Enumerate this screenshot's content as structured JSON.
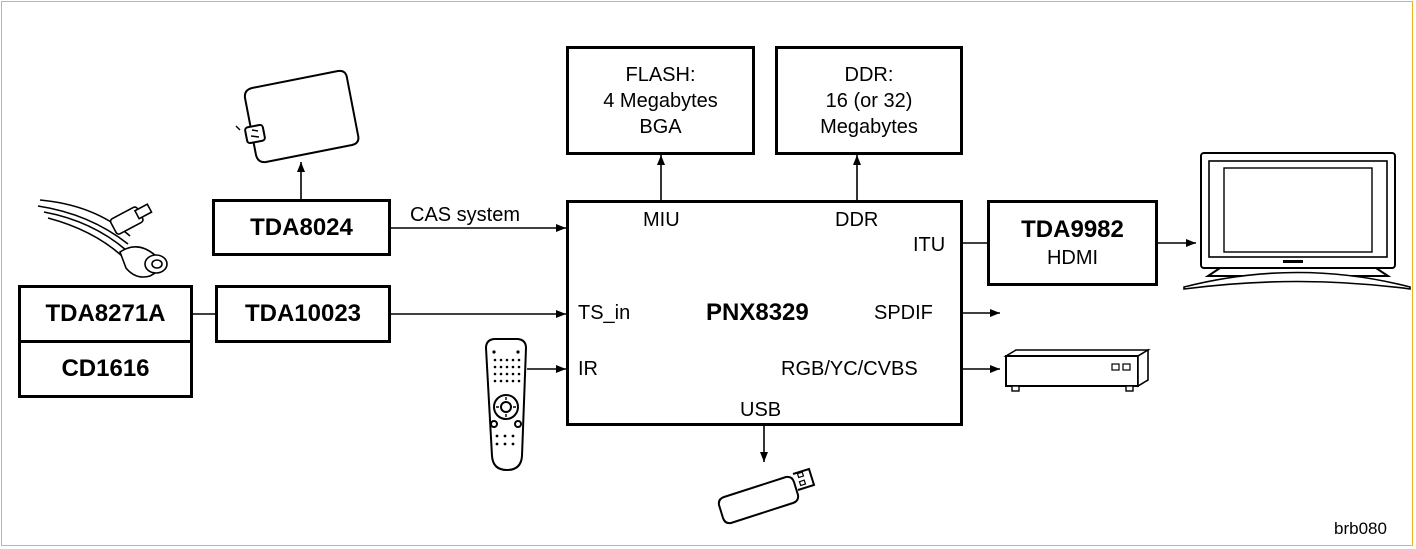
{
  "blocks": {
    "flash": [
      "FLASH:",
      "4 Megabytes",
      "BGA"
    ],
    "ddr": [
      "DDR:",
      "16 (or 32)",
      "Megabytes"
    ],
    "tda8024": "TDA8024",
    "tda8271a": "TDA8271A",
    "cd1616": "CD1616",
    "tda10023": "TDA10023",
    "tda9982": "TDA9982",
    "tda9982_sub": "HDMI",
    "pnx8329": "PNX8329"
  },
  "ports": {
    "miu": "MIU",
    "ddr": "DDR",
    "itu": "ITU",
    "ts_in": "TS_in",
    "spdif": "SPDIF",
    "ir": "IR",
    "rgb": "RGB/YC/CVBS",
    "usb": "USB"
  },
  "connections": {
    "cas": "CAS system"
  },
  "figure_id": "brb080",
  "icons": [
    "smart-card-icon",
    "antenna-cable-icon",
    "remote-control-icon",
    "usb-stick-icon",
    "flat-tv-icon",
    "set-top-box-icon"
  ],
  "colors": {
    "frame": "#f0b41e",
    "line": "#000000"
  }
}
